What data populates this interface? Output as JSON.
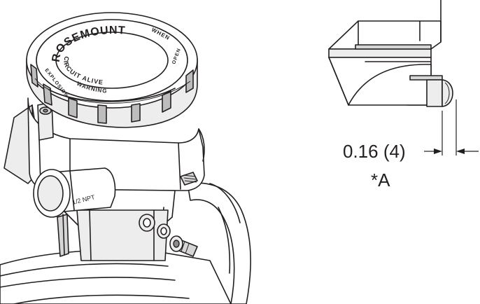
{
  "cap_text": {
    "brand": "ROSEMOUNT",
    "warning": "WARNING",
    "circuit": "CIRCUIT ALIVE",
    "when": "WHEN",
    "explosion": "EXPLOSION",
    "open": "OPEN"
  },
  "conduit_label": "1/2 NPT",
  "dimension": {
    "value": "0.16 (4)",
    "callout": "*A"
  }
}
